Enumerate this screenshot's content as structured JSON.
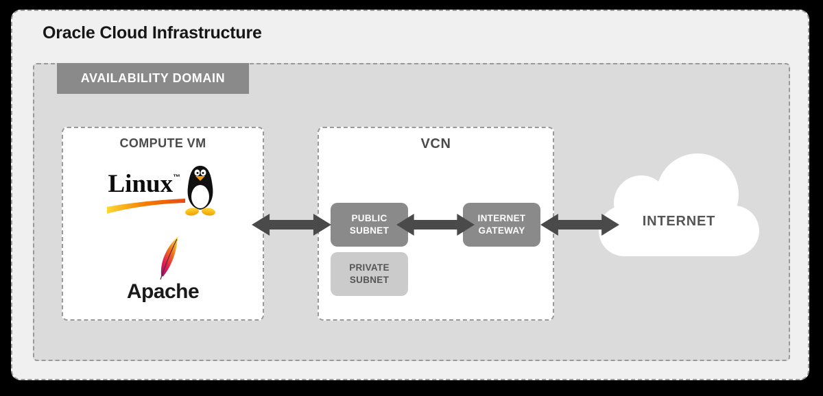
{
  "title": "Oracle Cloud Infrastructure",
  "availability_domain": {
    "label": "AVAILABILITY DOMAIN"
  },
  "compute_vm": {
    "title": "COMPUTE VM",
    "linux": {
      "name": "Linux",
      "trademark": "™"
    },
    "apache": {
      "name": "Apache"
    }
  },
  "vcn": {
    "title": "VCN",
    "public_subnet": {
      "line1": "PUBLIC",
      "line2": "SUBNET"
    },
    "private_subnet": {
      "line1": "PRIVATE",
      "line2": "SUBNET"
    },
    "internet_gateway": {
      "line1": "INTERNET",
      "line2": "GATEWAY"
    }
  },
  "internet": {
    "label": "INTERNET"
  },
  "connections": [
    "compute-vm <-> public-subnet",
    "public-subnet <-> internet-gateway",
    "internet-gateway <-> internet"
  ],
  "icons": {
    "double_arrow": "bidirectional-arrow",
    "cloud": "cloud-shape",
    "tux": "linux-penguin",
    "feather": "apache-feather",
    "swoosh": "linux-swoosh"
  },
  "colors": {
    "background": "#000000",
    "panel_fill": "#f0f0f0",
    "domain_fill": "#dbdbdb",
    "node_gray": "#8a8a8a",
    "node_light_gray": "#cbcbcb",
    "arrow": "#4a4a4a",
    "dashed_border": "#999999",
    "label_dark": "#4a4a4a",
    "white": "#ffffff"
  }
}
